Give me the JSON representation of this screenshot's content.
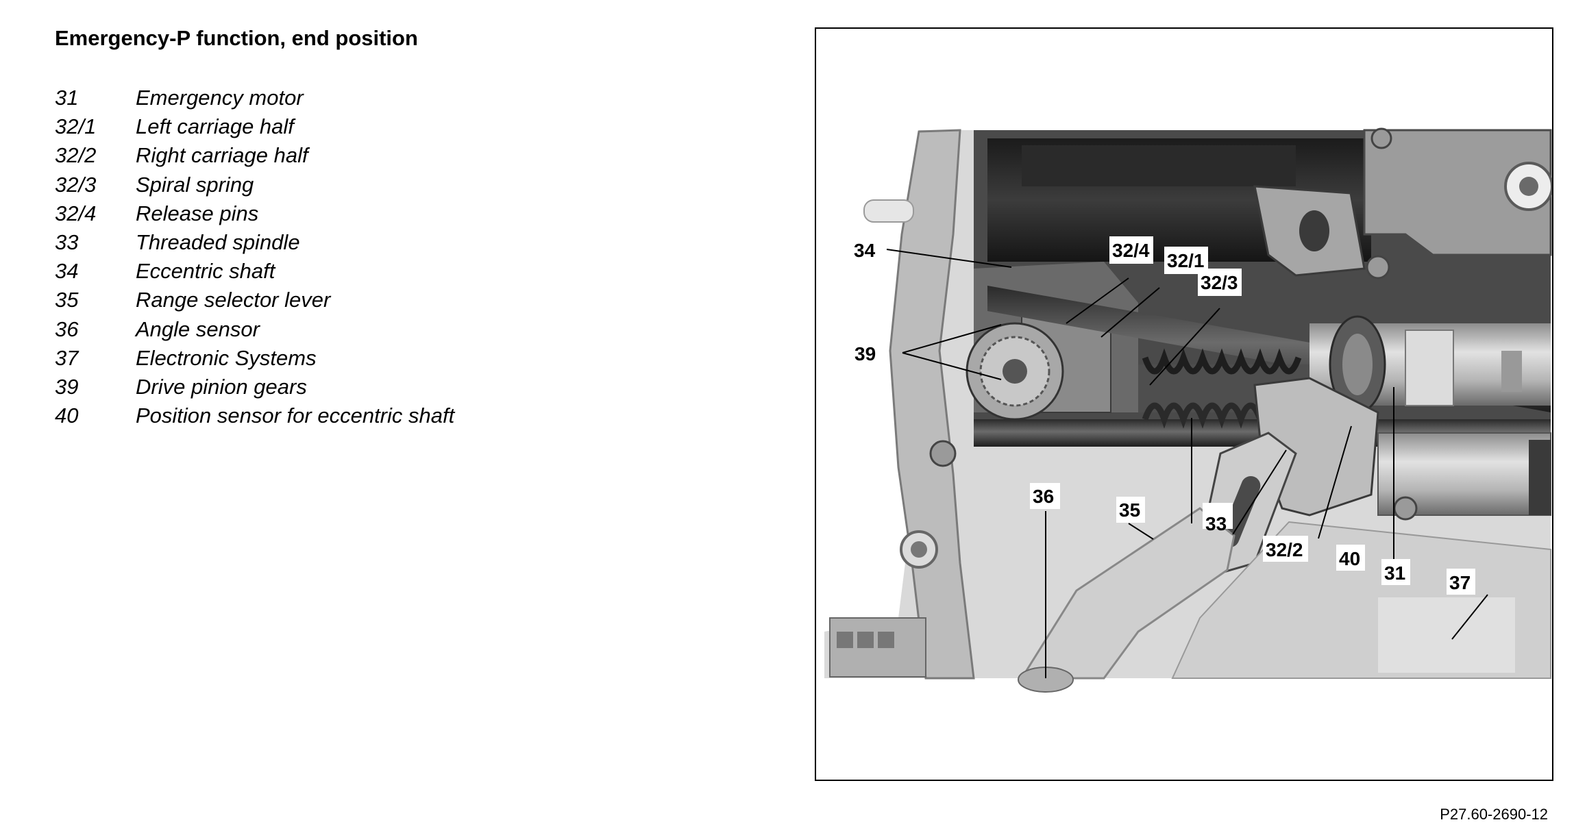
{
  "title": "Emergency-P function, end position",
  "legend": [
    {
      "num": "31",
      "text": "Emergency motor"
    },
    {
      "num": "32/1",
      "text": "Left carriage half"
    },
    {
      "num": "32/2",
      "text": "Right carriage half"
    },
    {
      "num": "32/3",
      "text": "Spiral spring"
    },
    {
      "num": "32/4",
      "text": "Release pins"
    },
    {
      "num": "33",
      "text": "Threaded spindle"
    },
    {
      "num": "34",
      "text": "Eccentric shaft"
    },
    {
      "num": "35",
      "text": "Range selector lever"
    },
    {
      "num": "36",
      "text": "Angle sensor"
    },
    {
      "num": "37",
      "text": "Electronic Systems"
    },
    {
      "num": "39",
      "text": "Drive pinion gears"
    },
    {
      "num": "40",
      "text": "Position sensor for eccentric shaft"
    }
  ],
  "callouts": {
    "c34": "34",
    "c32_4": "32/4",
    "c32_1": "32/1",
    "c32_3": "32/3",
    "c39": "39",
    "c36": "36",
    "c35": "35",
    "c33": "33",
    "c32_2": "32/2",
    "c40": "40",
    "c31": "31",
    "c37": "37"
  },
  "figure_ref": "P27.60-2690-12"
}
